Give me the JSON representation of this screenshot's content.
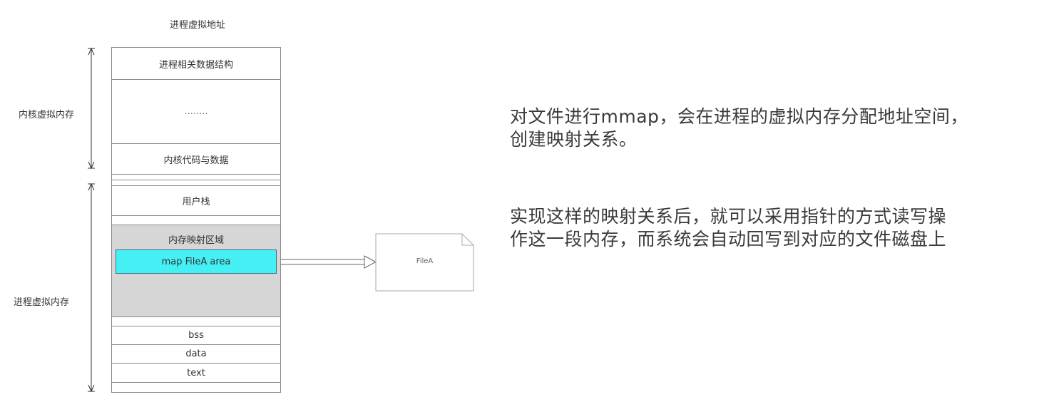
{
  "diagram": {
    "title": "进程虚拟地址",
    "kernel_label": "内核虚拟内存",
    "process_label": "进程虚拟内存",
    "segments": {
      "process_structs": "进程相关数据结构",
      "ellipsis": "........",
      "kernel_code": "内核代码与数据",
      "user_stack": "用户栈",
      "mmap_region": "内存映射区域",
      "map_area": "map FileA area",
      "bss": "bss",
      "data": "data",
      "text": "text"
    },
    "file": "FileA"
  },
  "notes": {
    "p1_line1": "对文件进行mmap，会在进程的虚拟内存分配地址空间，",
    "p1_line2": "创建映射关系。",
    "p2_line1": "实现这样的映射关系后，就可以采用指针的方式读写操",
    "p2_line2": "作这一段内存，而系统会自动回写到对应的文件磁盘上"
  }
}
